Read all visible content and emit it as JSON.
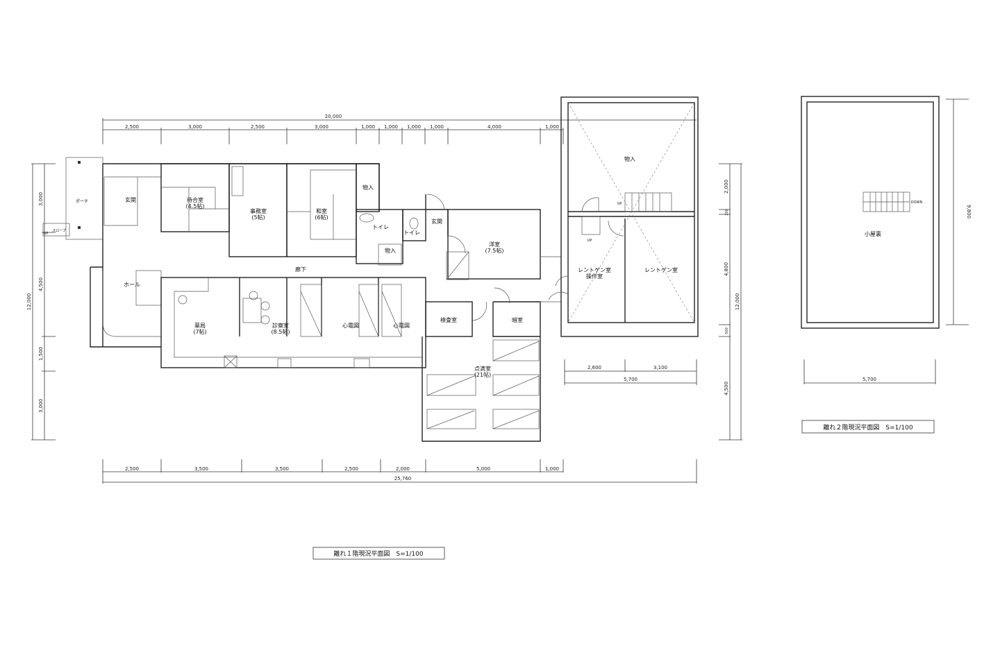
{
  "floor1": {
    "title": "離れ１階現況平面図　S=1/100",
    "dims_top_total": "20,000",
    "dims_top": [
      "2,500",
      "3,000",
      "2,500",
      "3,000",
      "1,000",
      "1,000",
      "1,000",
      "1,000",
      "4,000",
      "1,000"
    ],
    "dims_bottom": [
      "2,500",
      "3,500",
      "3,500",
      "2,500",
      "2,000",
      "5,000",
      "1,000"
    ],
    "dims_bottom_total": "25,760",
    "dims_left": [
      "3,000",
      "4,500",
      "1,500",
      "3,000"
    ],
    "dims_left_total": "12,000",
    "dims_right": [
      "2,000",
      "200",
      "4,800",
      "500",
      "4,500"
    ],
    "dims_right_total": "12,000",
    "dims_xray": [
      "2,600",
      "3,100"
    ],
    "dims_xray_total": "5,700",
    "rooms": {
      "porch": "ポーチ",
      "slope": "スロープ",
      "up_slope": "UP",
      "entrance": "玄関",
      "waiting": "待合室",
      "waiting_size": "(4.5帖)",
      "office": "事務室",
      "office_size": "(5帖)",
      "washitsu": "和室",
      "washitsu_size": "(6帖)",
      "storage1": "物入",
      "toilet1": "トイレ",
      "toilet2": "トイレ",
      "storage2": "物入",
      "entrance2": "玄関",
      "western": "洋室",
      "western_size": "(7.5帖)",
      "corridor": "廊下",
      "hall": "ホール",
      "pharmacy": "薬局",
      "pharmacy_size": "(7帖)",
      "exam": "診察室",
      "exam_size": "(8.5帖)",
      "ecg1": "心電図",
      "ecg2": "心電図",
      "lab": "検査室",
      "darkroom": "暗室",
      "drip": "点滴室",
      "drip_size": "(21帖)",
      "storage3": "物入",
      "xray_op": "レントゲン室",
      "xray_op2": "操作室",
      "xray": "レントゲン室",
      "up1": "UP",
      "up2": "UP"
    }
  },
  "floor2": {
    "title": "離れ２階現況平面図　S=1/100",
    "room": "小屋裏",
    "down": "DOWN",
    "dim_height": "9,800",
    "dim_width": "5,700"
  }
}
